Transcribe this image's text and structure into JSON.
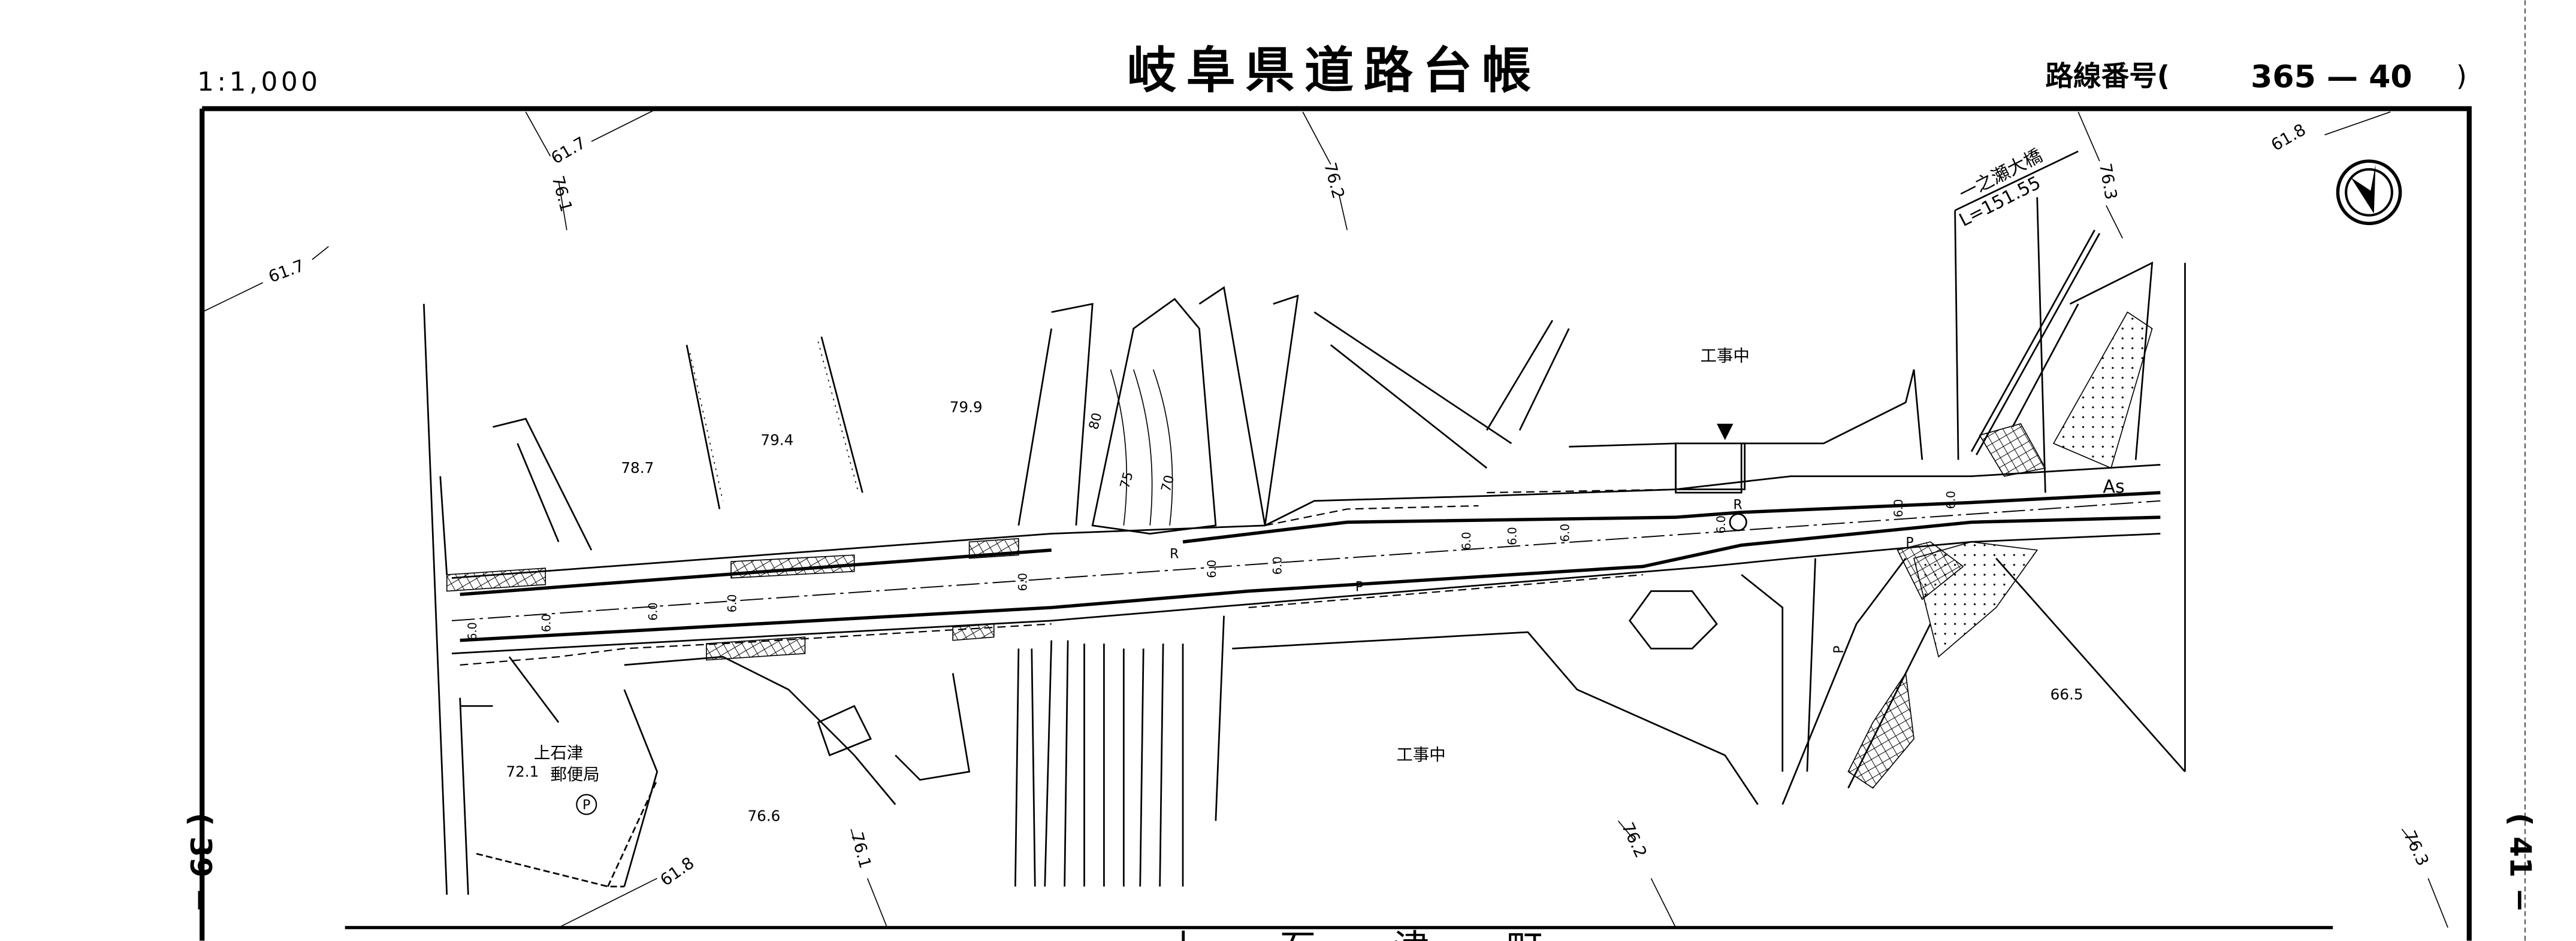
{
  "header": {
    "scale": "1:1,000",
    "title": "岐阜県道路台帳",
    "route_label": "路線番号(",
    "route_number": "365 — 40",
    "route_close": ")"
  },
  "sheet_links": {
    "previous": "( 39 −",
    "next": "( 41 −"
  },
  "bottom_place_name": "上 石 津 町",
  "contour_labels": [
    "61.7",
    "76.1",
    "61.7",
    "76.2",
    "76.3",
    "61.8",
    "61.8",
    "76.1",
    "76.2",
    "76.3"
  ],
  "bridge": {
    "name": "一之瀬大橋",
    "length": "L=151.55"
  },
  "spot_elevations": [
    "78.7",
    "79.4",
    "79.9",
    "72.1",
    "76.6",
    "66.5"
  ],
  "construction_labels": [
    "工事中",
    "工事中"
  ],
  "post_office": {
    "line1": "上石津",
    "line2": "郵便局",
    "symbol": "P"
  },
  "pavement_label": "As",
  "slope_contours": [
    "80",
    "75",
    "70"
  ],
  "road_marks": {
    "r": "R",
    "p": "P",
    "width": "6.0"
  },
  "icons": {
    "north_arrow": "north-arrow-icon",
    "post_symbol": "circle-p-icon"
  }
}
